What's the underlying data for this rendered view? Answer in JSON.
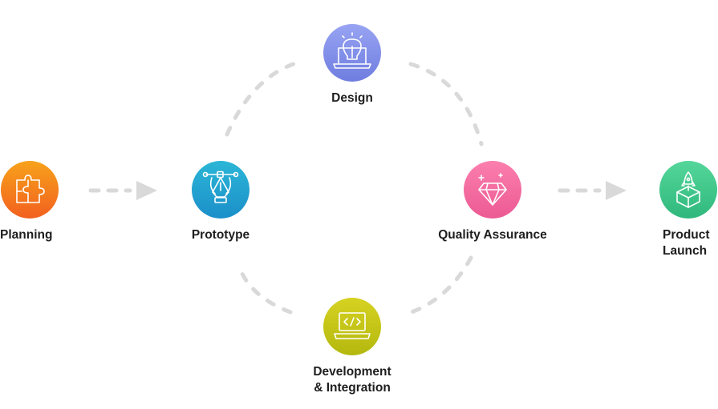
{
  "nodes": {
    "planning": {
      "label": "Planning",
      "icon": "puzzle-icon",
      "color_from": "#f7a21b",
      "color_to": "#f2601f"
    },
    "prototype": {
      "label": "Prototype",
      "icon": "pen-tool-icon",
      "color_from": "#2bb6d6",
      "color_to": "#1b8fc9"
    },
    "design": {
      "label": "Design",
      "icon": "lightbulb-laptop-icon",
      "color_from": "#98a4f2",
      "color_to": "#6f7de0"
    },
    "quality": {
      "label": "Quality Assurance",
      "icon": "diamond-icon",
      "color_from": "#fb7fae",
      "color_to": "#ec5a93"
    },
    "development": {
      "label_line1": "Development",
      "label_line2": "& Integration",
      "icon": "code-laptop-icon",
      "color_from": "#d6d222",
      "color_to": "#b4b80e"
    },
    "launch": {
      "label_line1": "Product",
      "label_line2": "Launch",
      "icon": "rocket-box-icon",
      "color_from": "#55d69a",
      "color_to": "#2fb87c"
    }
  },
  "colors": {
    "connector": "#d9d9d9",
    "label": "#1e1e1e"
  }
}
